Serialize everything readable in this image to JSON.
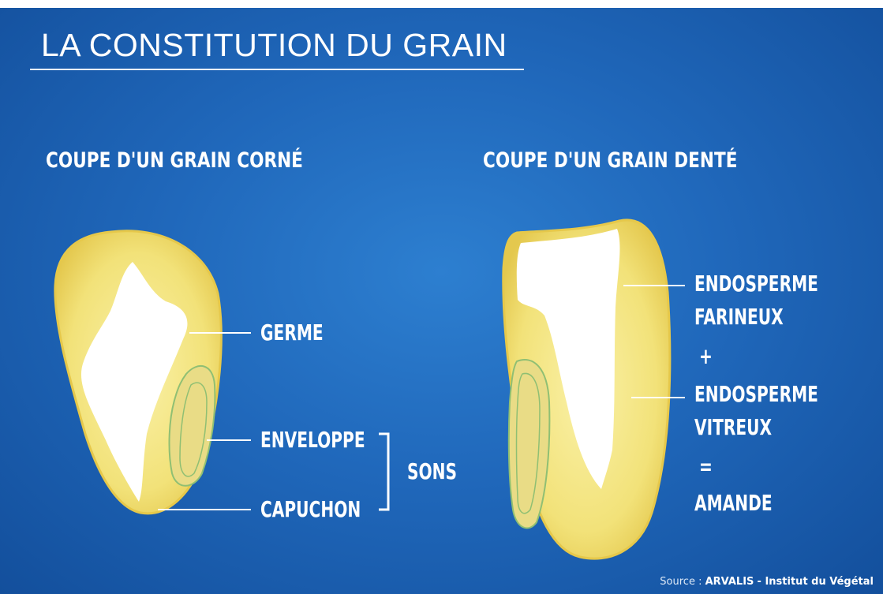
{
  "title": "LA CONSTITUTION DU GRAIN",
  "left_panel": {
    "heading": "COUPE D'UN GRAIN CORNÉ",
    "labels": {
      "germe": "GERME",
      "enveloppe": "ENVELOPPE",
      "capuchon": "CAPUCHON",
      "sons": "SONS"
    }
  },
  "right_panel": {
    "heading": "COUPE D'UN GRAIN DENTÉ",
    "labels": {
      "endo_farineux_1": "ENDOSPERME",
      "endo_farineux_2": "FARINEUX",
      "plus": "+",
      "endo_vitreux_1": "ENDOSPERME",
      "endo_vitreux_2": "VITREUX",
      "equals": "=",
      "amande": "AMANDE"
    }
  },
  "source": {
    "prefix": "Source :",
    "org": "ARVALIS",
    "suffix": "- Institut du Végétal"
  },
  "colors": {
    "background": "#2068bb",
    "grain_yellow": "#f3e37e",
    "grain_outline": "#e6c84a",
    "floury_white": "#ffffff",
    "germ_green": "#8fbf73"
  }
}
